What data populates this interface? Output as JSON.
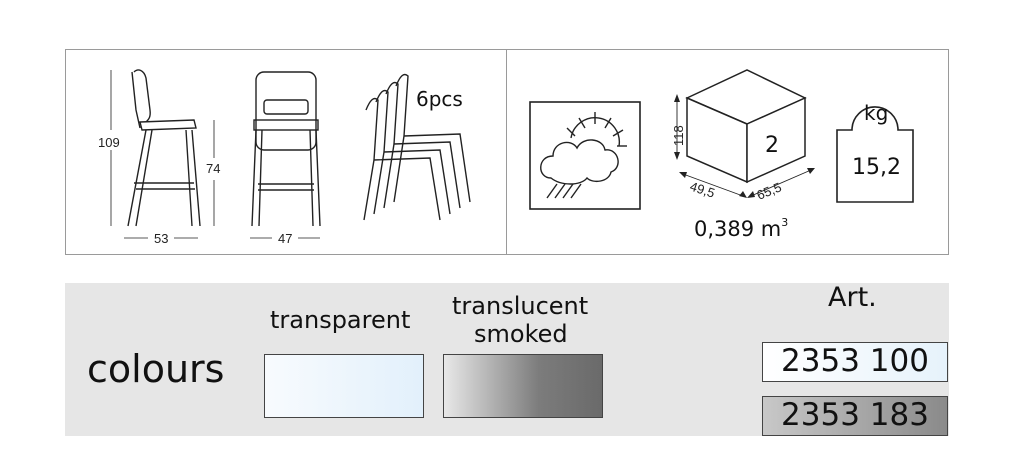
{
  "specs": {
    "height_total": "109",
    "seat_height": "74",
    "depth": "53",
    "width": "47",
    "stack_count": "6pcs",
    "box_height": "118",
    "box_qty": "2",
    "box_depth": "49,5",
    "box_width": "65,5",
    "volume": "0,389 m",
    "volume_exp": "3",
    "weight_unit": "kg",
    "weight_value": "15,2"
  },
  "colours": {
    "title": "colours",
    "options": [
      {
        "label": "transparent",
        "label2": "",
        "color": "#eef6fd"
      },
      {
        "label": "translucent",
        "label2": "smoked",
        "color": "#8a8a8a"
      }
    ]
  },
  "articles": {
    "title": "Art.",
    "codes": [
      "2353 100",
      "2353 183"
    ]
  }
}
